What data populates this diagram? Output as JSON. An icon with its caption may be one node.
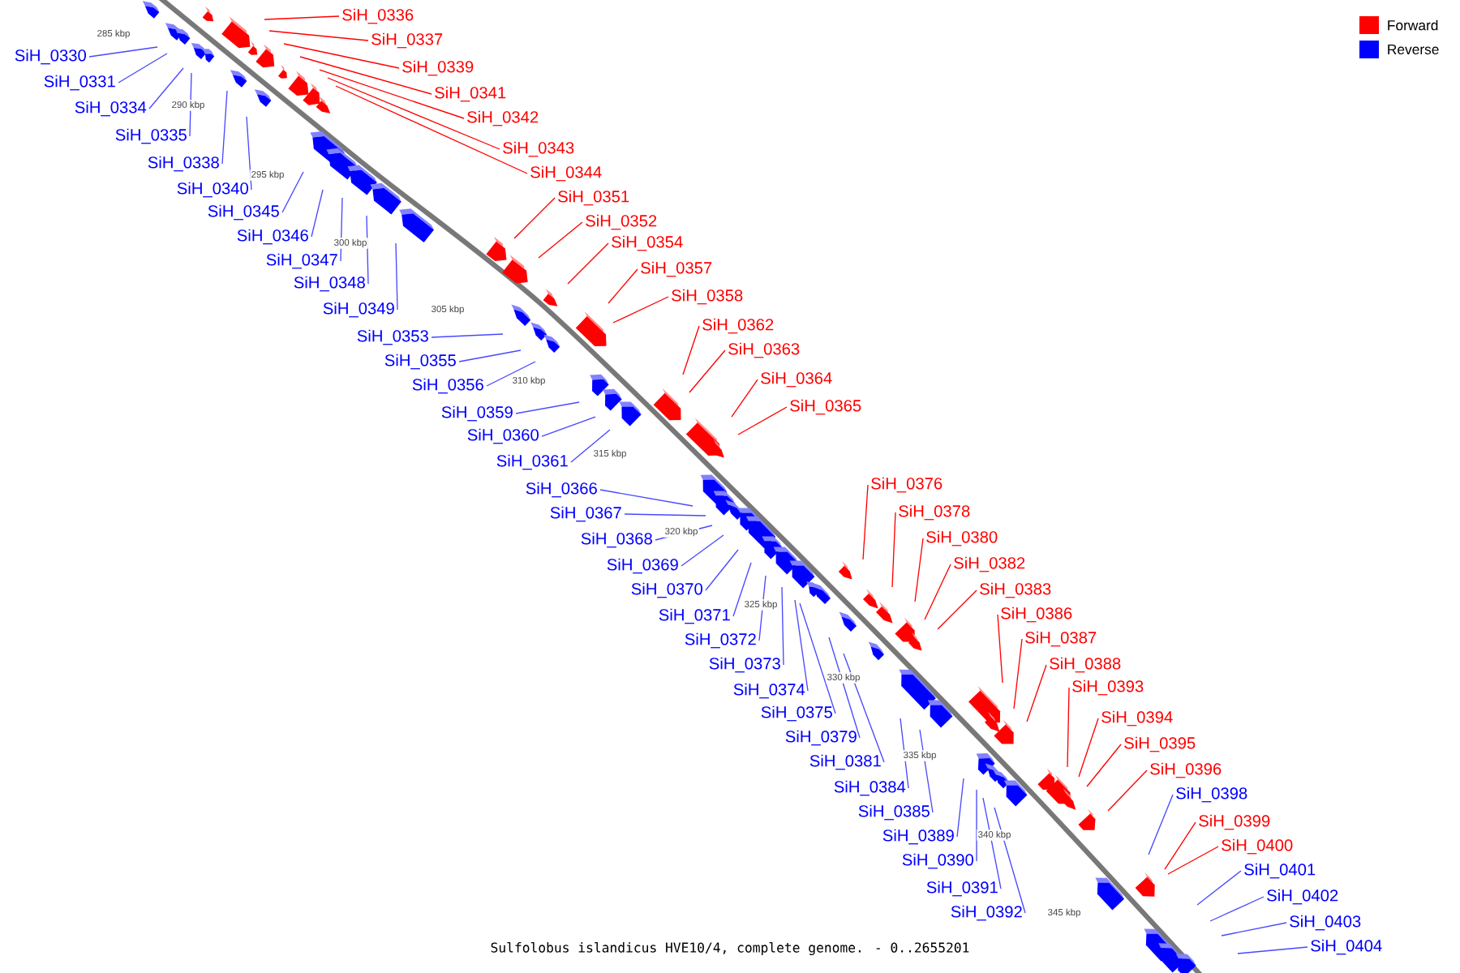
{
  "diagram": {
    "caption": "Sulfolobus islandicus HVE10/4, complete genome. - 0..2655201",
    "nodes": [
      {
        "text": [
          "SiH_0330"
        ]
      },
      {
        "text": [
          "SiH_0331"
        ]
      },
      {
        "text": [
          "SiH_0334"
        ]
      },
      {
        "text": [
          "SiH_0335"
        ]
      },
      {
        "text": [
          "SiH_0336"
        ]
      },
      {
        "text": [
          "SiH_0337"
        ]
      },
      {
        "text": [
          "SiH_0338"
        ]
      },
      {
        "text": [
          "SiH_0339"
        ]
      },
      {
        "text": [
          "SiH_0340"
        ]
      },
      {
        "text": [
          "SiH_0341"
        ]
      },
      {
        "text": [
          "SiH_0342"
        ]
      },
      {
        "text": [
          "SiH_0343"
        ]
      },
      {
        "text": [
          "SiH_0344"
        ]
      },
      {
        "text": [
          "SiH_0345"
        ]
      },
      {
        "text": [
          "SiH_0346"
        ]
      },
      {
        "text": [
          "SiH_0347"
        ]
      },
      {
        "text": [
          "SiH_0348"
        ]
      },
      {
        "text": [
          "SiH_0349"
        ]
      },
      {
        "text": [
          "SiH_0351"
        ]
      },
      {
        "text": [
          "SiH_0352"
        ]
      },
      {
        "text": [
          "SiH_0353"
        ]
      },
      {
        "text": [
          "SiH_0354"
        ]
      },
      {
        "text": [
          "SiH_0355"
        ]
      },
      {
        "text": [
          "SiH_0356"
        ]
      },
      {
        "text": [
          "SiH_0357"
        ]
      },
      {
        "text": [
          "SiH_0358"
        ]
      },
      {
        "text": [
          "SiH_0359"
        ]
      },
      {
        "text": [
          "SiH_0360"
        ]
      },
      {
        "text": [
          "SiH_0361"
        ]
      },
      {
        "text": [
          "SiH_0362"
        ]
      },
      {
        "text": [
          "SiH_0363"
        ]
      },
      {
        "text": [
          "SiH_0364"
        ]
      },
      {
        "text": [
          "SiH_0365"
        ]
      },
      {
        "text": [
          "SiH_0366"
        ]
      },
      {
        "text": [
          "SiH_0367"
        ]
      },
      {
        "text": [
          "SiH_0368"
        ]
      },
      {
        "text": [
          "SiH_0369"
        ]
      },
      {
        "text": [
          "SiH_0370"
        ]
      },
      {
        "text": [
          "SiH_0371"
        ]
      },
      {
        "text": [
          "SiH_0372"
        ]
      },
      {
        "text": [
          "SiH_0373"
        ]
      },
      {
        "text": [
          "SiH_0374"
        ]
      },
      {
        "text": [
          "SiH_0375"
        ]
      },
      {
        "text": [
          "SiH_0376"
        ]
      },
      {
        "text": [
          "SiH_0378"
        ]
      },
      {
        "text": [
          "SiH_0379"
        ]
      },
      {
        "text": [
          "SiH_0380"
        ]
      },
      {
        "text": [
          "SiH_0381"
        ]
      },
      {
        "text": [
          "SiH_0382"
        ]
      },
      {
        "text": [
          "SiH_0383"
        ]
      },
      {
        "text": [
          "SiH_0384"
        ]
      },
      {
        "text": [
          "SiH_0385"
        ]
      },
      {
        "text": [
          "SiH_0386"
        ]
      },
      {
        "text": [
          "SiH_0387"
        ]
      },
      {
        "text": [
          "SiH_0388"
        ]
      },
      {
        "text": [
          "SiH_0389"
        ]
      },
      {
        "text": [
          "SiH_0390"
        ]
      },
      {
        "text": [
          "SiH_0391"
        ]
      },
      {
        "text": [
          "SiH_0392"
        ]
      },
      {
        "text": [
          "SiH_0393"
        ]
      },
      {
        "text": [
          "SiH_0394"
        ]
      },
      {
        "text": [
          "SiH_0395"
        ]
      },
      {
        "text": [
          "SiH_0396"
        ]
      },
      {
        "text": [
          "SiH_0398"
        ]
      },
      {
        "text": [
          "SiH_0399"
        ]
      },
      {
        "text": [
          "SiH_0400"
        ]
      },
      {
        "text": [
          "SiH_0401"
        ]
      },
      {
        "text": [
          "SiH_0402"
        ]
      },
      {
        "text": [
          "SiH_0403"
        ]
      },
      {
        "text": [
          "SiH_0404"
        ]
      }
    ],
    "edges": [
      {
        "from": 0,
        "to": null,
        "arrow": "none"
      },
      {
        "from": 1,
        "to": null,
        "arrow": "none"
      },
      {
        "from": 2,
        "to": null,
        "arrow": "none"
      },
      {
        "from": 3,
        "to": null,
        "arrow": "none"
      },
      {
        "from": 4,
        "to": null,
        "arrow": "none",
        "color": "#ff0000"
      },
      {
        "from": 5,
        "to": null,
        "arrow": "none",
        "color": "#ff0000"
      },
      {
        "from": 6,
        "to": null,
        "arrow": "none"
      },
      {
        "from": 7,
        "to": null,
        "arrow": "none",
        "color": "#ff0000"
      },
      {
        "from": 8,
        "to": null,
        "arrow": "none"
      },
      {
        "from": 9,
        "to": null,
        "arrow": "none",
        "color": "#ff0000"
      },
      {
        "from": 10,
        "to": null,
        "arrow": "none",
        "color": "#ff0000"
      },
      {
        "from": 11,
        "to": null,
        "arrow": "none",
        "color": "#ff0000"
      },
      {
        "from": 12,
        "to": null,
        "arrow": "none",
        "color": "#ff0000"
      },
      {
        "from": 13,
        "to": null,
        "arrow": "none"
      },
      {
        "from": 14,
        "to": null,
        "arrow": "none"
      },
      {
        "from": 15,
        "to": null,
        "arrow": "none"
      },
      {
        "from": 16,
        "to": null,
        "arrow": "none"
      },
      {
        "from": 17,
        "to": null,
        "arrow": "none"
      },
      {
        "from": 18,
        "to": null,
        "arrow": "none",
        "color": "#ff0000"
      },
      {
        "from": 19,
        "to": null,
        "arrow": "none",
        "color": "#ff0000"
      },
      {
        "from": 20,
        "to": null,
        "arrow": "none"
      },
      {
        "from": 21,
        "to": null,
        "arrow": "none",
        "color": "#ff0000"
      },
      {
        "from": 22,
        "to": null,
        "arrow": "none"
      },
      {
        "from": 23,
        "to": null,
        "arrow": "none"
      },
      {
        "from": 24,
        "to": null,
        "arrow": "none",
        "color": "#ff0000"
      },
      {
        "from": 25,
        "to": null,
        "arrow": "none",
        "color": "#ff0000"
      },
      {
        "from": 26,
        "to": null,
        "arrow": "none"
      },
      {
        "from": 27,
        "to": null,
        "arrow": "none"
      },
      {
        "from": 28,
        "to": null,
        "arrow": "none"
      },
      {
        "from": 29,
        "to": null,
        "arrow": "none",
        "color": "#ff0000"
      },
      {
        "from": 30,
        "to": null,
        "arrow": "none",
        "color": "#ff0000"
      },
      {
        "from": 31,
        "to": null,
        "arrow": "none",
        "color": "#ff0000"
      },
      {
        "from": 32,
        "to": null,
        "arrow": "none",
        "color": "#ff0000"
      },
      {
        "from": 33,
        "to": null,
        "arrow": "none"
      },
      {
        "from": 34,
        "to": null,
        "arrow": "none"
      },
      {
        "from": 35,
        "to": null,
        "arrow": "none"
      },
      {
        "from": 36,
        "to": null,
        "arrow": "none"
      },
      {
        "from": 37,
        "to": null,
        "arrow": "none"
      },
      {
        "from": 38,
        "to": null,
        "arrow": "none"
      },
      {
        "from": 39,
        "to": null,
        "arrow": "none"
      },
      {
        "from": 40,
        "to": null,
        "arrow": "none"
      },
      {
        "from": 41,
        "to": null,
        "arrow": "none"
      },
      {
        "from": 42,
        "to": null,
        "arrow": "none"
      },
      {
        "from": 43,
        "to": null,
        "arrow": "none",
        "color": "#ff0000"
      },
      {
        "from": 44,
        "to": null,
        "arrow": "none",
        "color": "#ff0000"
      },
      {
        "from": 45,
        "to": null,
        "arrow": "none"
      },
      {
        "from": 46,
        "to": null,
        "arrow": "none",
        "color": "#ff0000"
      },
      {
        "from": 47,
        "to": null,
        "arrow": "none"
      },
      {
        "from": 48,
        "to": null,
        "arrow": "none",
        "color": "#ff0000"
      },
      {
        "from": 49,
        "to": null,
        "arrow": "none",
        "color": "#ff0000"
      },
      {
        "from": 50,
        "to": null,
        "arrow": "none"
      },
      {
        "from": 51,
        "to": null,
        "arrow": "none"
      },
      {
        "from": 52,
        "to": null,
        "arrow": "none",
        "color": "#ff0000"
      },
      {
        "from": 53,
        "to": null,
        "arrow": "none",
        "color": "#ff0000"
      },
      {
        "from": 54,
        "to": null,
        "arrow": "none",
        "color": "#ff0000"
      },
      {
        "from": 55,
        "to": null,
        "arrow": "none"
      },
      {
        "from": 56,
        "to": null,
        "arrow": "none"
      },
      {
        "from": 57,
        "to": null,
        "arrow": "none"
      },
      {
        "from": 58,
        "to": null,
        "arrow": "none"
      },
      {
        "from": 59,
        "to": null,
        "arrow": "none",
        "color": "#ff0000"
      },
      {
        "from": 60,
        "to": null,
        "arrow": "none",
        "color": "#ff0000"
      },
      {
        "from": 61,
        "to": null,
        "arrow": "none",
        "color": "#ff0000"
      },
      {
        "from": 62,
        "to": null,
        "arrow": "none",
        "color": "#ff0000"
      },
      {
        "from": 63,
        "to": null,
        "arrow": "none"
      },
      {
        "from": 64,
        "to": null,
        "arrow": "none",
        "color": "#ff0000"
      },
      {
        "from": 65,
        "to": null,
        "arrow": "none",
        "color": "#ff0000"
      },
      {
        "from": 66,
        "to": null,
        "arrow": "none"
      },
      {
        "from": 67,
        "to": null,
        "arrow": "none"
      },
      {
        "from": 68,
        "to": null,
        "arrow": "none"
      },
      {
        "from": 69,
        "to": null,
        "arrow": "none"
      }
    ],
    "labels": [
      "285 kbp",
      "290 kbp",
      "295 kbp",
      "300 kbp",
      "305 kbp",
      "310 kbp",
      "315 kbp",
      "320 kbp",
      "325 kbp",
      "330 kbp",
      "335 kbp",
      "340 kbp",
      "345 kbp"
    ],
    "legend": [
      {
        "text": "Forward",
        "color": "#ff0000"
      },
      {
        "text": "Reverse",
        "color": "#0000ff"
      }
    ]
  }
}
